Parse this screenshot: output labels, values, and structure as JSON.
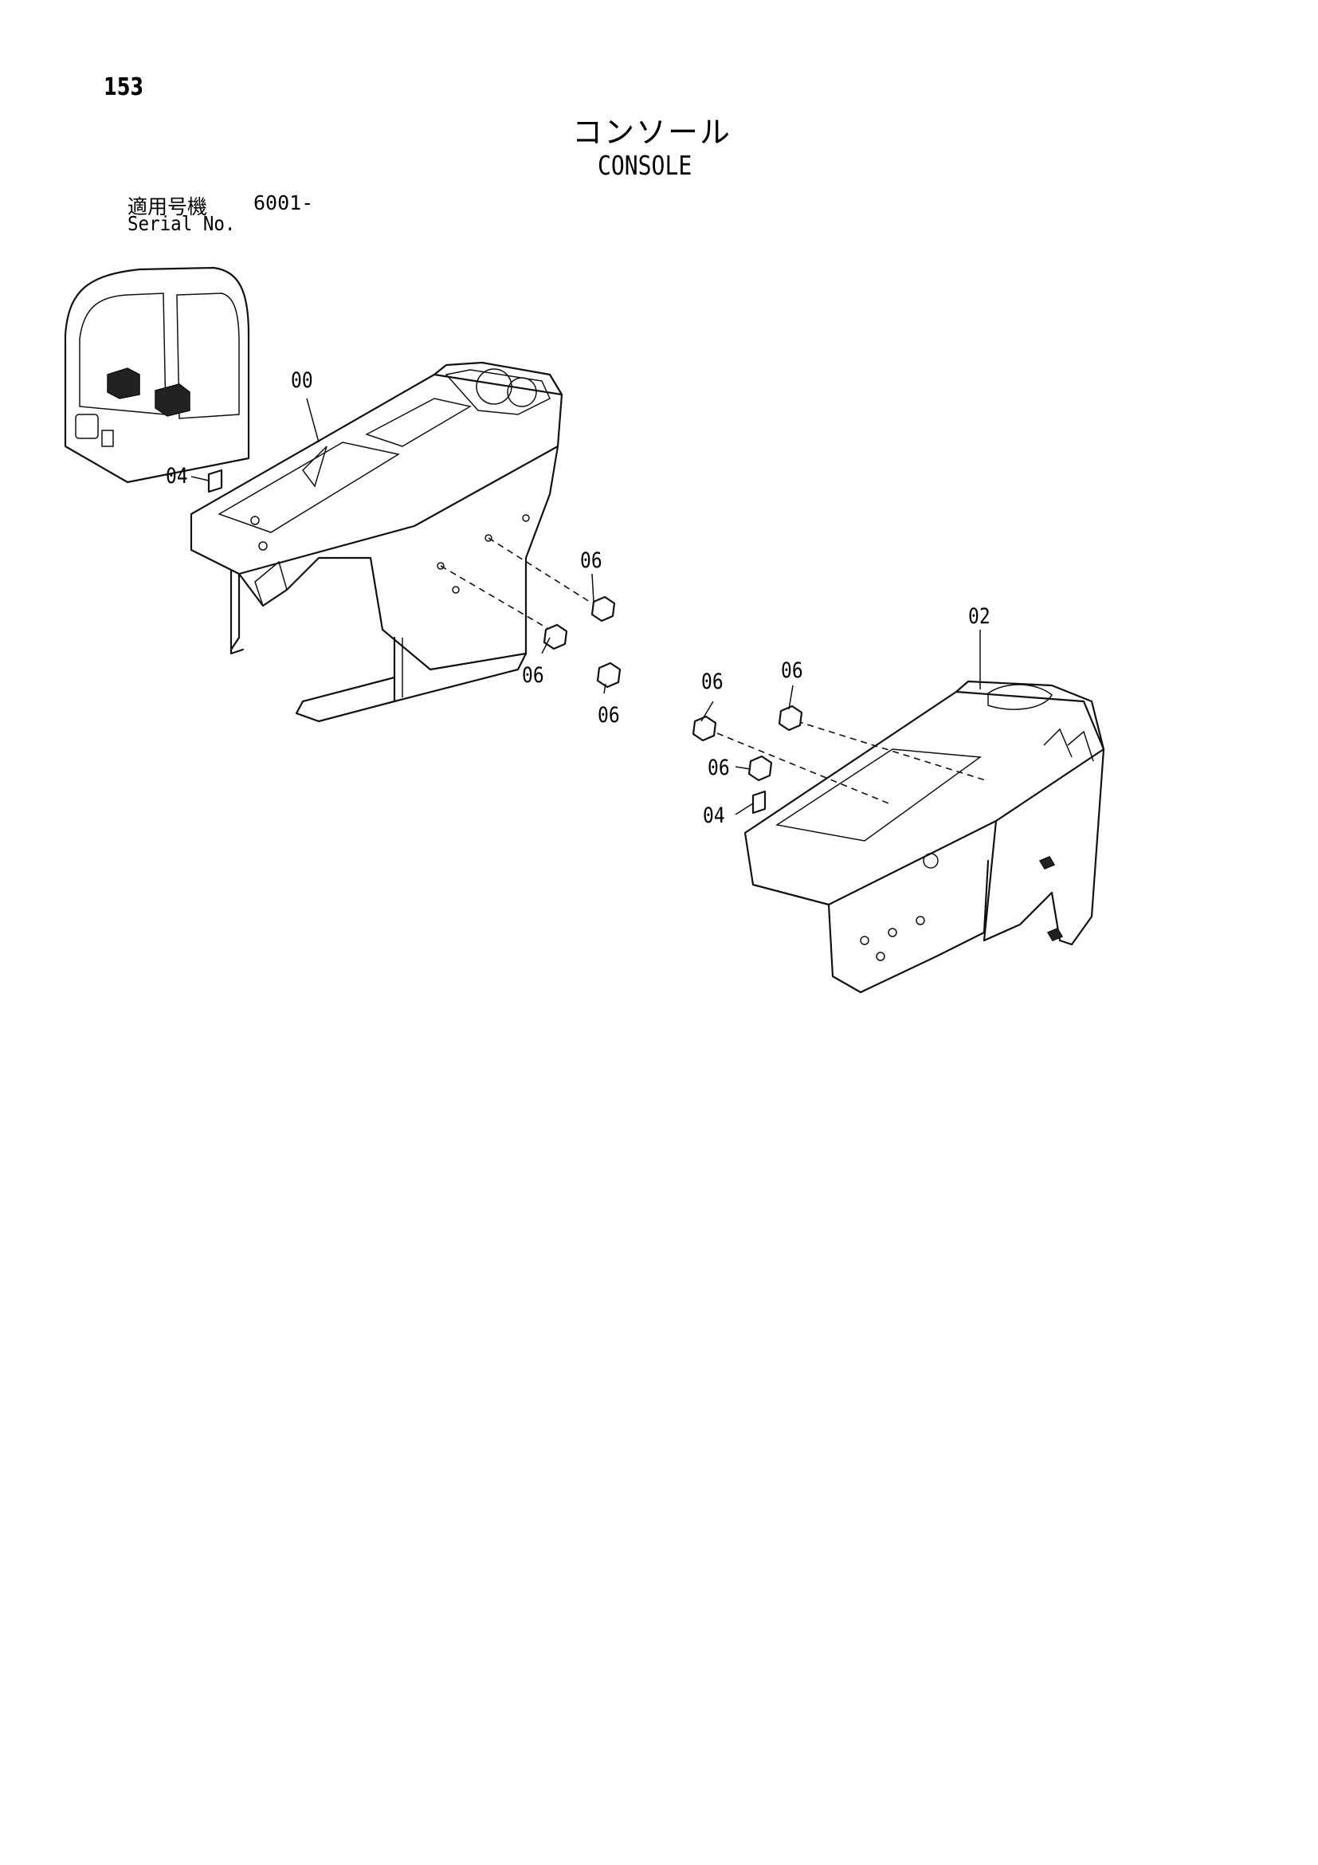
{
  "page": {
    "number": "153"
  },
  "title": {
    "japanese": "コンソール",
    "english": "CONSOLE"
  },
  "serial": {
    "label_ja": "適用号機",
    "value": "6001-",
    "label_en": "Serial No."
  },
  "callouts": {
    "c00": "00",
    "c02": "02",
    "c04a": "04",
    "c04b": "04",
    "c06a": "06",
    "c06b": "06",
    "c06c": "06",
    "c06d": "06",
    "c06e": "06",
    "c06f": "06"
  },
  "icons": [
    "cab-locator-icon",
    "console-left-drawing",
    "console-right-drawing",
    "bolt-icon",
    "bracket-icon"
  ]
}
